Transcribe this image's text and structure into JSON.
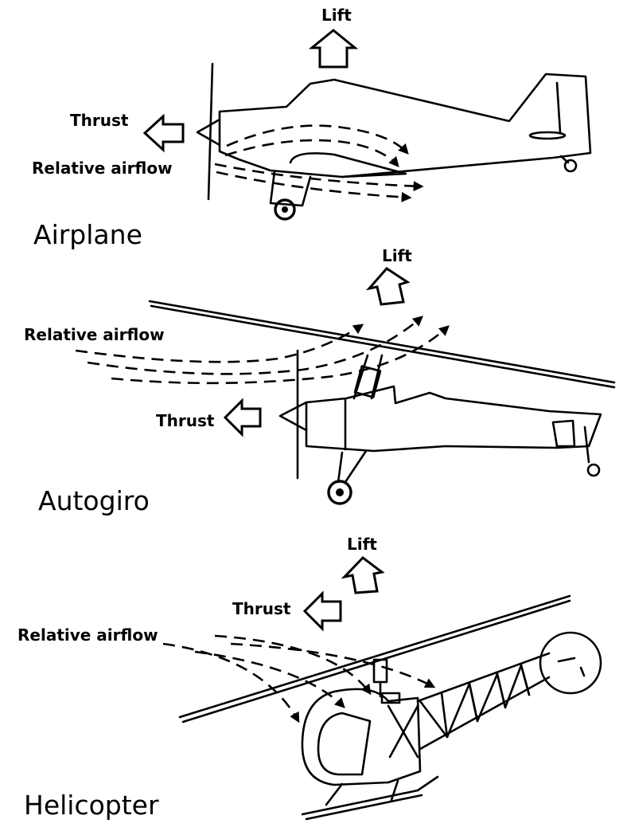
{
  "airplane": {
    "lift": "Lift",
    "thrust": "Thrust",
    "relative_airflow": "Relative airflow",
    "name": "Airplane"
  },
  "autogiro": {
    "lift": "Lift",
    "relative_airflow": "Relative airflow",
    "thrust": "Thrust",
    "name": "Autogiro"
  },
  "helicopter": {
    "lift": "Lift",
    "thrust": "Thrust",
    "relative_airflow": "Relative airflow",
    "name": "Helicopter"
  }
}
